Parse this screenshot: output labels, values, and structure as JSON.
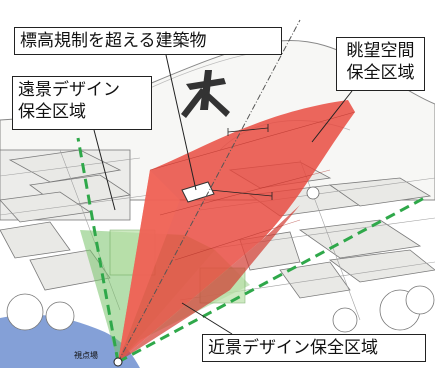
{
  "labels": {
    "building_over_height": "標高規制を超える建築物",
    "view_space": "眺望空間\n保全区域",
    "distant_view": "遠景デザイン\n保全区域",
    "near_view": "近景デザイン保全区域"
  },
  "small_labels": {
    "viewpoint": "視点場"
  },
  "colors": {
    "view_space_red": "#e8453a",
    "near_zone_green": "#78c26a",
    "dashed_line_green": "#2fa84a"
  }
}
